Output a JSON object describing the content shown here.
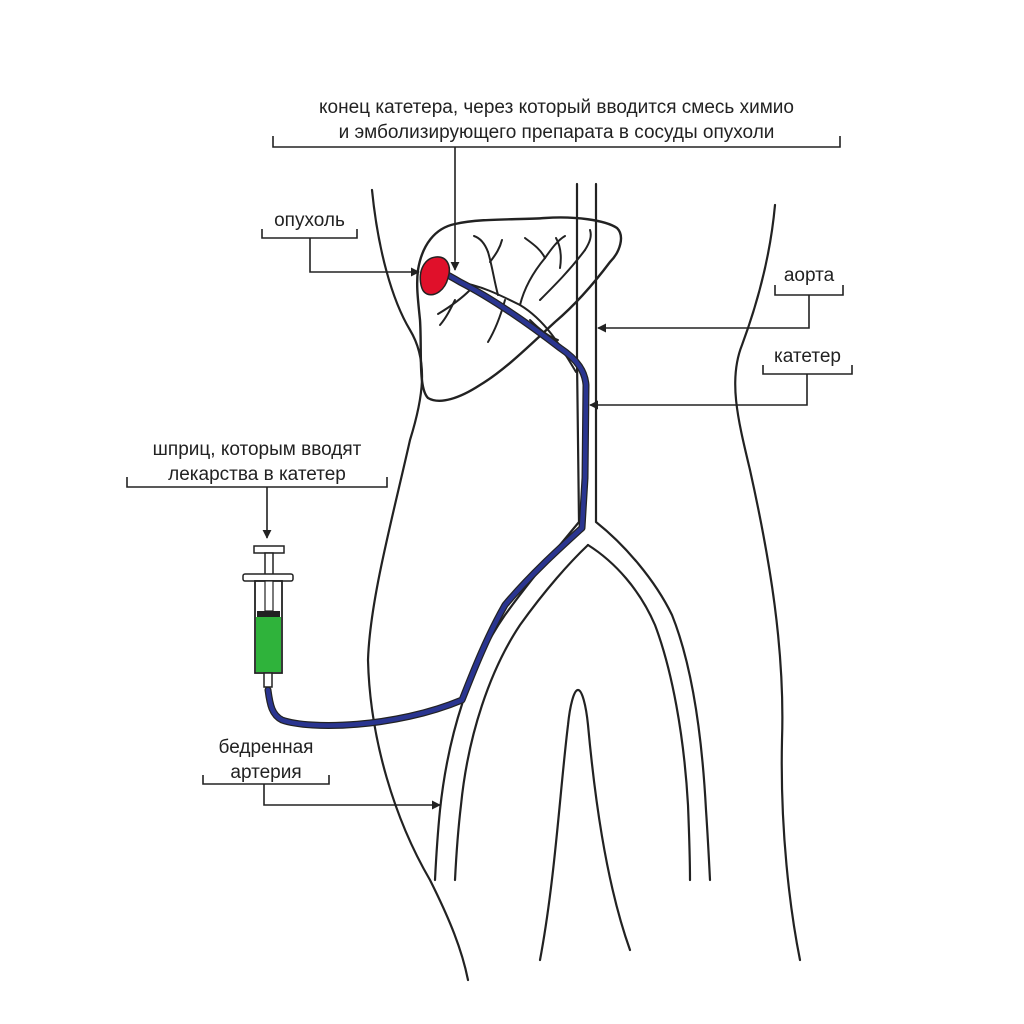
{
  "labels": {
    "catheter_tip": {
      "line1": "конец катетера, через который вводится смесь химио",
      "line2": "и эмболизирующего препарата в сосуды опухоли"
    },
    "tumor": "опухоль",
    "aorta": "аорта",
    "catheter": "катетер",
    "syringe": {
      "line1": "шприц, которым вводят",
      "line2": "лекарства в катетер"
    },
    "femoral_artery": {
      "line1": "бедренная",
      "line2": "артерия"
    }
  },
  "colors": {
    "outline": "#222222",
    "catheter": "#2a3590",
    "tumor": "#e0102a",
    "drug": "#2fb33b"
  }
}
